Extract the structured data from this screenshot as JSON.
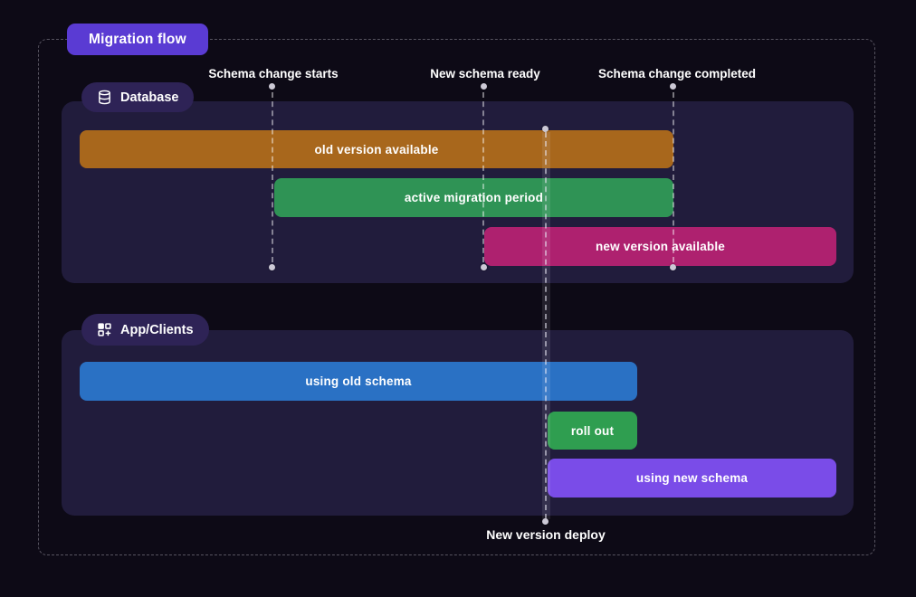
{
  "title_badge": {
    "label": "Migration flow",
    "color": "#5a3bd3"
  },
  "timeline_markers": [
    {
      "label": "Schema change starts"
    },
    {
      "label": "New schema ready"
    },
    {
      "label": "Schema change completed"
    }
  ],
  "deploy_marker": {
    "label": "New version deploy"
  },
  "sections": [
    {
      "badge": "Database",
      "icon": "database-icon",
      "bars": [
        {
          "label": "old version available",
          "color": "#a8671c"
        },
        {
          "label": "active migration period",
          "color": "#2f9355"
        },
        {
          "label": "new version available",
          "color": "#ae216f"
        }
      ]
    },
    {
      "badge": "App/Clients",
      "icon": "grid-plus-icon",
      "bars": [
        {
          "label": "using old schema",
          "color": "#2a71c4"
        },
        {
          "label": "roll out",
          "color": "#2f9e50"
        },
        {
          "label": "using new schema",
          "color": "#7a4ce8"
        }
      ]
    }
  ]
}
